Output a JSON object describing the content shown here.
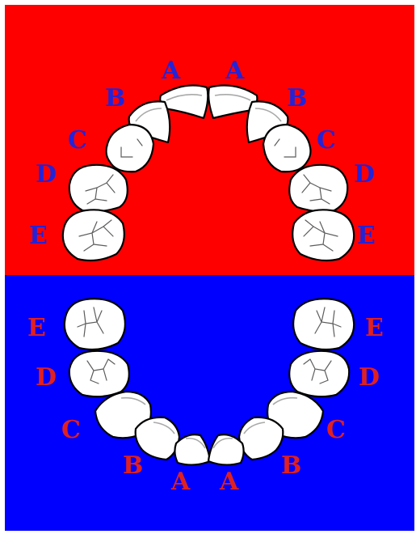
{
  "colors": {
    "upper_background": "#ff0000",
    "lower_background": "#0000ff",
    "upper_letters": "#2323d8",
    "lower_letters": "#e02020",
    "tooth_fill": "#ffffff",
    "tooth_outline": "#000000"
  },
  "upper_arch": {
    "labels": {
      "left_a": "A",
      "right_a": "A",
      "left_b": "B",
      "right_b": "B",
      "left_c": "C",
      "right_c": "C",
      "left_d": "D",
      "right_d": "D",
      "left_e": "E",
      "right_e": "E"
    }
  },
  "lower_arch": {
    "labels": {
      "left_a": "A",
      "right_a": "A",
      "left_b": "B",
      "right_b": "B",
      "left_c": "C",
      "right_c": "C",
      "left_d": "D",
      "right_d": "D",
      "left_e": "E",
      "right_e": "E"
    }
  }
}
